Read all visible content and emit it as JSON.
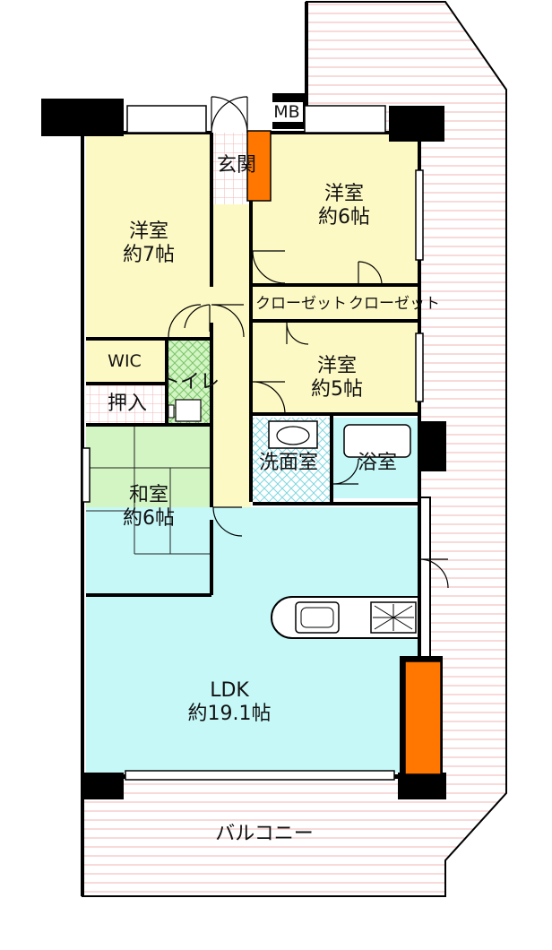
{
  "rooms": {
    "western_7": {
      "name": "洋室",
      "size": "約7帖"
    },
    "western_6": {
      "name": "洋室",
      "size": "約6帖"
    },
    "western_5": {
      "name": "洋室",
      "size": "約5帖"
    },
    "japanese_6": {
      "name": "和室",
      "size": "約6帖"
    },
    "ldk": {
      "name": "LDK",
      "size": "約19.1帖"
    },
    "entrance": {
      "name": "玄関"
    },
    "meter_box": {
      "name": "MB"
    },
    "closet_1": {
      "name": "クローゼット"
    },
    "closet_2": {
      "name": "クローゼット"
    },
    "walk_in_closet": {
      "name": "WIC"
    },
    "toilet": {
      "name": "トイレ"
    },
    "oshiire": {
      "name": "押入"
    },
    "washroom": {
      "name": "洗面室"
    },
    "bathroom": {
      "name": "浴室"
    },
    "balcony": {
      "name": "バルコニー"
    }
  },
  "colors": {
    "western_room": "#fdf9c4",
    "japanese_room": "#d2f5c3",
    "ldk": "#c6f8f8",
    "wet_area": "#c6f8f8",
    "entrance_tile": "#ffffff",
    "pillar_accent": "#ff7700",
    "wall": "#000000",
    "balcony_lines": "#f2b5b5"
  }
}
